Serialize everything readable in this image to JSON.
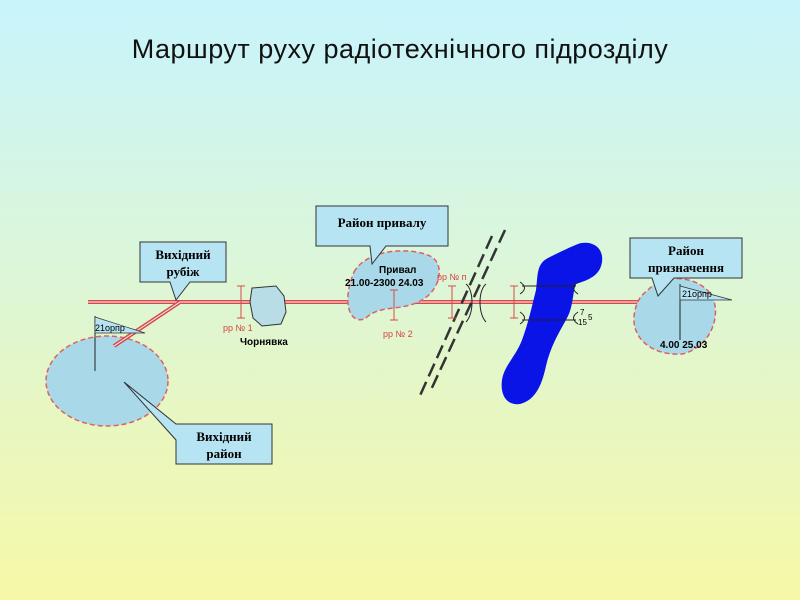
{
  "title": "Маршрут руху радіотехнічного підрозділу",
  "callouts": {
    "rest_area": "Район привалу",
    "start_line_1": "Вихідний",
    "start_line_2": "рубіж",
    "start_area_1": "Вихідний",
    "start_area_2": "район",
    "destination_1": "Район",
    "destination_2": "призначення"
  },
  "labels": {
    "flag_start": "21орпр",
    "flag_dest": "21орпр",
    "rr1": "рр № 1",
    "rr2": "рр № 2",
    "rrn": "рр № п",
    "village": "Чорнявка",
    "rest_title": "Привал",
    "rest_time": "21.00-2300 24.03",
    "dest_time": "4.00 25.03",
    "bridge_top": "7",
    "bridge_right": "5",
    "bridge_bottom": "15"
  },
  "colors": {
    "route": "#d64a4a",
    "area_fill": "#a9d8e8",
    "area_stroke": "#e06060",
    "water": "#0a14e6",
    "callout_fill": "#b7e4f2"
  }
}
